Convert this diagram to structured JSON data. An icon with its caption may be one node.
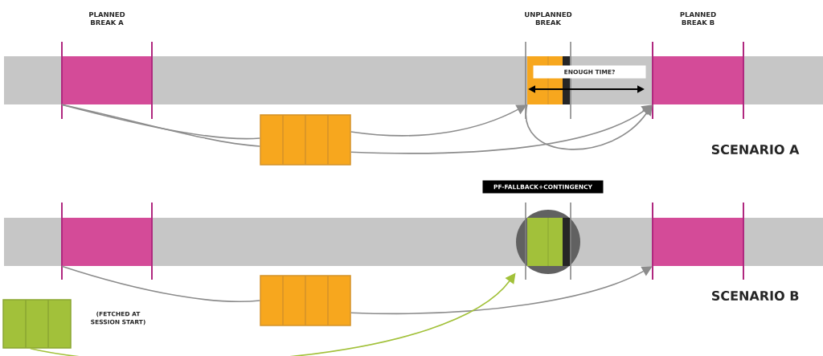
{
  "diagram": {
    "nodes": [
      {
        "text": [
          "PLANNED BREAK A"
        ]
      },
      {
        "text": [],
        "shape": "box"
      },
      {
        "text": [
          "UNPLANNED BREAK"
        ]
      },
      {
        "text": [
          "PLANNED BREAK B"
        ]
      },
      {
        "text": [
          "ENOUGH TIME?"
        ]
      },
      {
        "text": [],
        "shape": "bar"
      },
      {
        "text": [],
        "shape": "box"
      },
      {
        "text": [
          "PF-FALLBACK+CONTINGENCY"
        ]
      },
      {
        "text": [],
        "shape": "circle"
      },
      {
        "text": [],
        "shape": "bar"
      },
      {
        "text": [],
        "shape": "box",
        "beside": [
          "(FETCHED AT SESSION START)"
        ]
      }
    ],
    "edges": [
      {
        "from": 0,
        "to": 1,
        "arrow": "none"
      },
      {
        "from": 0,
        "to": 1,
        "arrow": "none"
      },
      {
        "from": 1,
        "to": 2,
        "arrow": "to"
      },
      {
        "from": 1,
        "to": 3,
        "arrow": "to"
      },
      {
        "from": 2,
        "to": 3,
        "arrow": "to"
      },
      {
        "from": 5,
        "to": 6,
        "arrow": "none"
      },
      {
        "from": 6,
        "to": 9,
        "arrow": "to"
      },
      {
        "from": 10,
        "to": 8,
        "arrow": "to",
        "color": "#a2c13a"
      }
    ],
    "labels": [
      "SCENARIO A",
      "SCENARIO B"
    ]
  }
}
